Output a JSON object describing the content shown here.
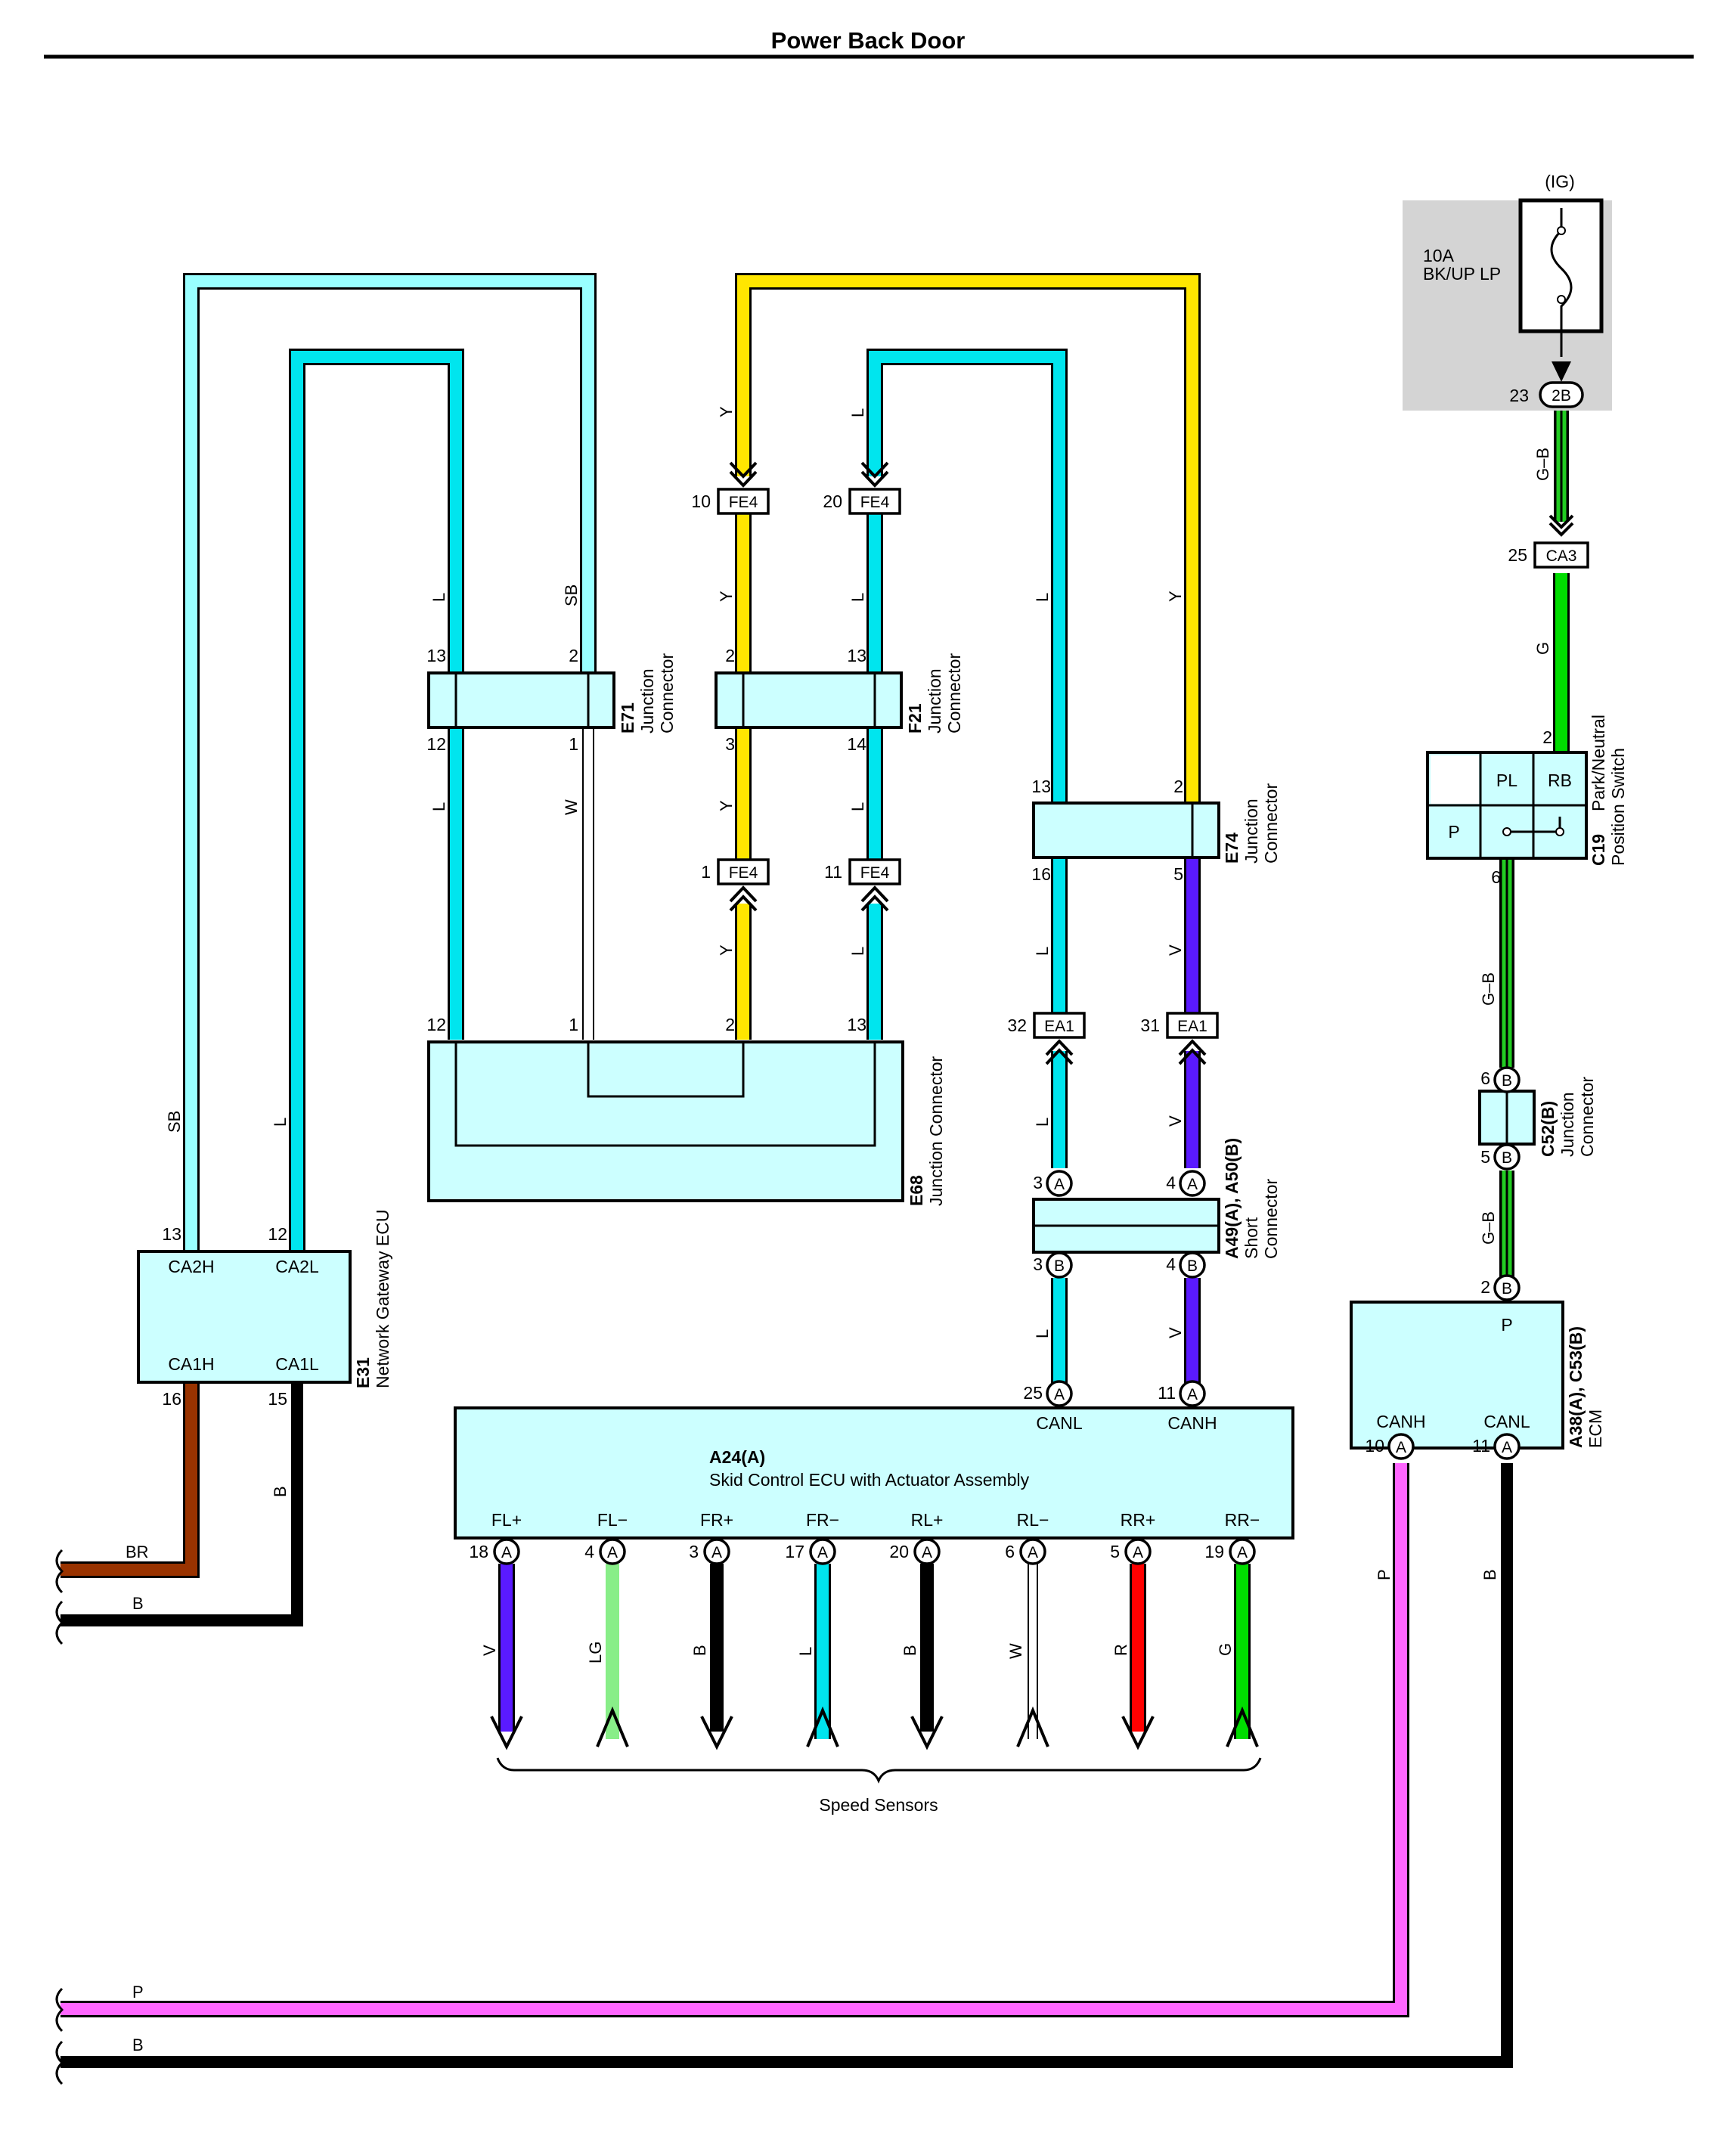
{
  "title": "Power Back Door",
  "colors": {
    "SB": "#99ffff",
    "L": "#00e5ee",
    "Y": "#ffe600",
    "W": "#d0d0d0",
    "V": "#5a1aff",
    "BR": "#993300",
    "B": "#000000",
    "P": "#ff66ff",
    "LG": "#88ee88",
    "R": "#ff0000",
    "G": "#00dd00",
    "G-B": "#22cc22"
  },
  "fuse": {
    "supply": "(IG)",
    "rating": "10A",
    "name": "BK/UP LP",
    "pin": "23",
    "connector": "2B"
  },
  "components": {
    "E71": {
      "code": "E71",
      "name1": "Junction",
      "name2": "Connector"
    },
    "F21": {
      "code": "F21",
      "name1": "Junction",
      "name2": "Connector"
    },
    "E74": {
      "code": "E74",
      "name1": "Junction",
      "name2": "Connector"
    },
    "E68": {
      "code": "E68",
      "name1": "Junction Connector"
    },
    "E31": {
      "code": "E31",
      "name1": "Network Gateway ECU",
      "pins": [
        "CA2H",
        "CA2L",
        "CA1H",
        "CA1L"
      ]
    },
    "A49": {
      "code": "A49(A), A50(B)",
      "name1": "Short",
      "name2": "Connector"
    },
    "C19": {
      "code": "C19",
      "name1": "Park/Neutral",
      "name2": "Position Switch",
      "pins": [
        "PL",
        "RB",
        "P"
      ]
    },
    "C52": {
      "code": "C52(B)",
      "name1": "Junction",
      "name2": "Connector"
    },
    "A38": {
      "code": "A38(A), C53(B)",
      "name1": "ECM",
      "pins": [
        "P",
        "CANH",
        "CANL"
      ]
    },
    "A24": {
      "code": "A24(A)",
      "name1": "Skid Control ECU with Actuator Assembly",
      "pins": [
        "CANL",
        "CANH",
        "FL+",
        "FL−",
        "FR+",
        "FR−",
        "RL+",
        "RL−",
        "RR+",
        "RR−"
      ]
    }
  },
  "connectors": {
    "FE4": "FE4",
    "EA1": "EA1",
    "CA3": "CA3",
    "A": "A",
    "B": "B"
  },
  "speed_sensors": "Speed Sensors",
  "pins": {
    "e71_13": "13",
    "e71_2": "2",
    "e71_12": "12",
    "e71_1": "1",
    "f21_2": "2",
    "f21_13": "13",
    "f21_3": "3",
    "f21_14": "14",
    "fe4_10": "10",
    "fe4_20": "20",
    "fe4_1": "1",
    "fe4_11": "11",
    "e68_12": "12",
    "e68_1": "1",
    "e68_2": "2",
    "e68_13": "13",
    "e74_13": "13",
    "e74_2": "2",
    "e74_16": "16",
    "e74_5": "5",
    "ea1_32": "32",
    "ea1_31": "31",
    "a49_3": "3",
    "a49_4": "4",
    "a50_3": "3",
    "a50_4": "4",
    "a24_25": "25",
    "a24_11": "11",
    "s18": "18",
    "s4": "4",
    "s3": "3",
    "s17": "17",
    "s20": "20",
    "s6": "6",
    "s5": "5",
    "s19": "19",
    "e31_13": "13",
    "e31_12": "12",
    "e31_16": "16",
    "e31_15": "15",
    "ca3_25": "25",
    "c19_2": "2",
    "c19_6": "6",
    "c52_6": "6",
    "c52_5": "5",
    "a38_2": "2",
    "a38_10": "10",
    "a38_11": "11"
  },
  "wires": {
    "SB": "SB",
    "L": "L",
    "Y": "Y",
    "W": "W",
    "V": "V",
    "BR": "BR",
    "B": "B",
    "P": "P",
    "LG": "LG",
    "R": "R",
    "G": "G",
    "GB": "G–B"
  }
}
